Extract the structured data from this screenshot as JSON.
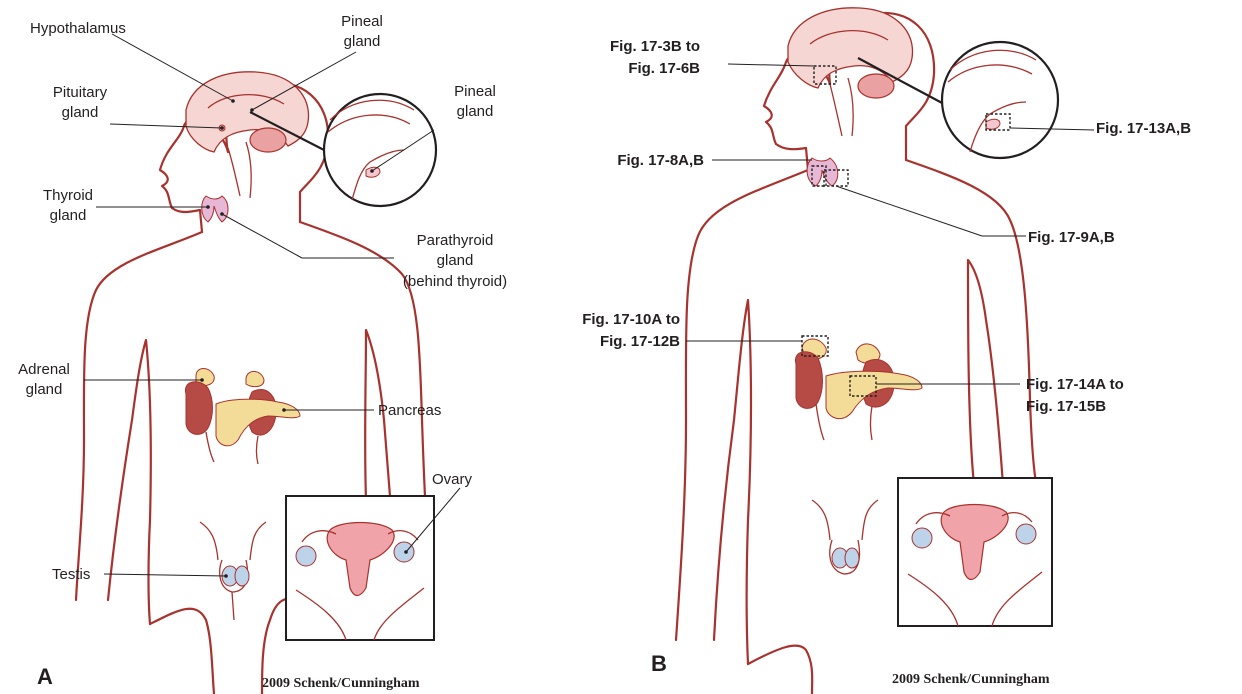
{
  "panel_a": {
    "letter": "A",
    "labels": {
      "hypothalamus": "Hypothalamus",
      "pineal_gland_line1": "Pineal",
      "pineal_gland_line2": "gland",
      "pineal_gland_inset_line1": "Pineal",
      "pineal_gland_inset_line2": "gland",
      "pituitary_line1": "Pituitary",
      "pituitary_line2": "gland",
      "thyroid_line1": "Thyroid",
      "thyroid_line2": "gland",
      "parathyroid_line1": "Parathyroid",
      "parathyroid_line2": "gland",
      "parathyroid_line3": "(behind thyroid)",
      "adrenal_line1": "Adrenal",
      "adrenal_line2": "gland",
      "pancreas": "Pancreas",
      "ovary": "Ovary",
      "testis": "Testis"
    },
    "credit": "2009 Schenk/Cunningham"
  },
  "panel_b": {
    "letter": "B",
    "labels": {
      "fig_3b_line1": "Fig. 17-3B to",
      "fig_3b_line2": "Fig. 17-6B",
      "fig_13ab": "Fig. 17-13A,B",
      "fig_8ab": "Fig. 17-8A,B",
      "fig_9ab": "Fig. 17-9A,B",
      "fig_10a_line1": "Fig. 17-10A to",
      "fig_10a_line2": "Fig. 17-12B",
      "fig_14a_line1": "Fig. 17-14A to",
      "fig_14a_line2": "Fig. 17-15B"
    },
    "credit": "2009 Schenk/Cunningham"
  },
  "colors": {
    "outline": "#a8322d",
    "brain": "#f6d6d3",
    "pituitary": "#e9a1a1",
    "gland_pink": "#f4c7d0",
    "thyroid": "#e7b7d6",
    "kidney": "#b64a45",
    "pancreas": "#f3dc97",
    "adrenal": "#f3dc97",
    "uterus": "#f0a3a8",
    "ovary_blue": "#bcd3ea",
    "label_text": "#231f20"
  }
}
